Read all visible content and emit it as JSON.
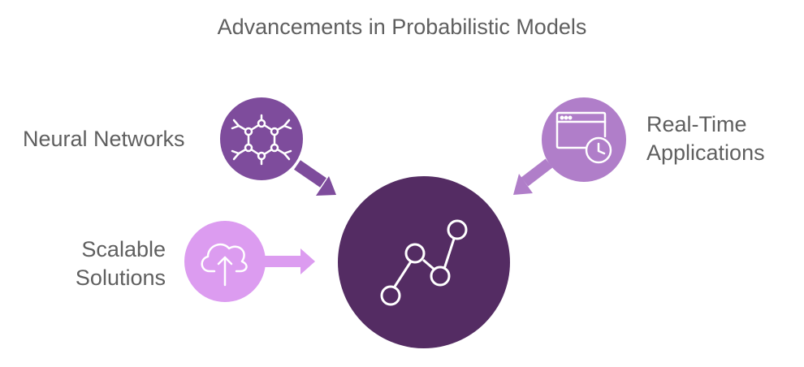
{
  "title": "Advancements in Probabilistic Models",
  "nodes": {
    "neural_networks": {
      "label": "Neural Networks",
      "icon": "neural-network-icon",
      "color": "#7e4c9c"
    },
    "real_time": {
      "label_line1": "Real-Time",
      "label_line2": "Applications",
      "icon": "browser-clock-icon",
      "color": "#b07ec9"
    },
    "scalable": {
      "label_line1": "Scalable",
      "label_line2": "Solutions",
      "icon": "cloud-upload-icon",
      "color": "#dc9cf0"
    },
    "center": {
      "icon": "line-graph-icon",
      "color": "#542c63"
    }
  },
  "colors": {
    "text": "#5f5f5f"
  }
}
